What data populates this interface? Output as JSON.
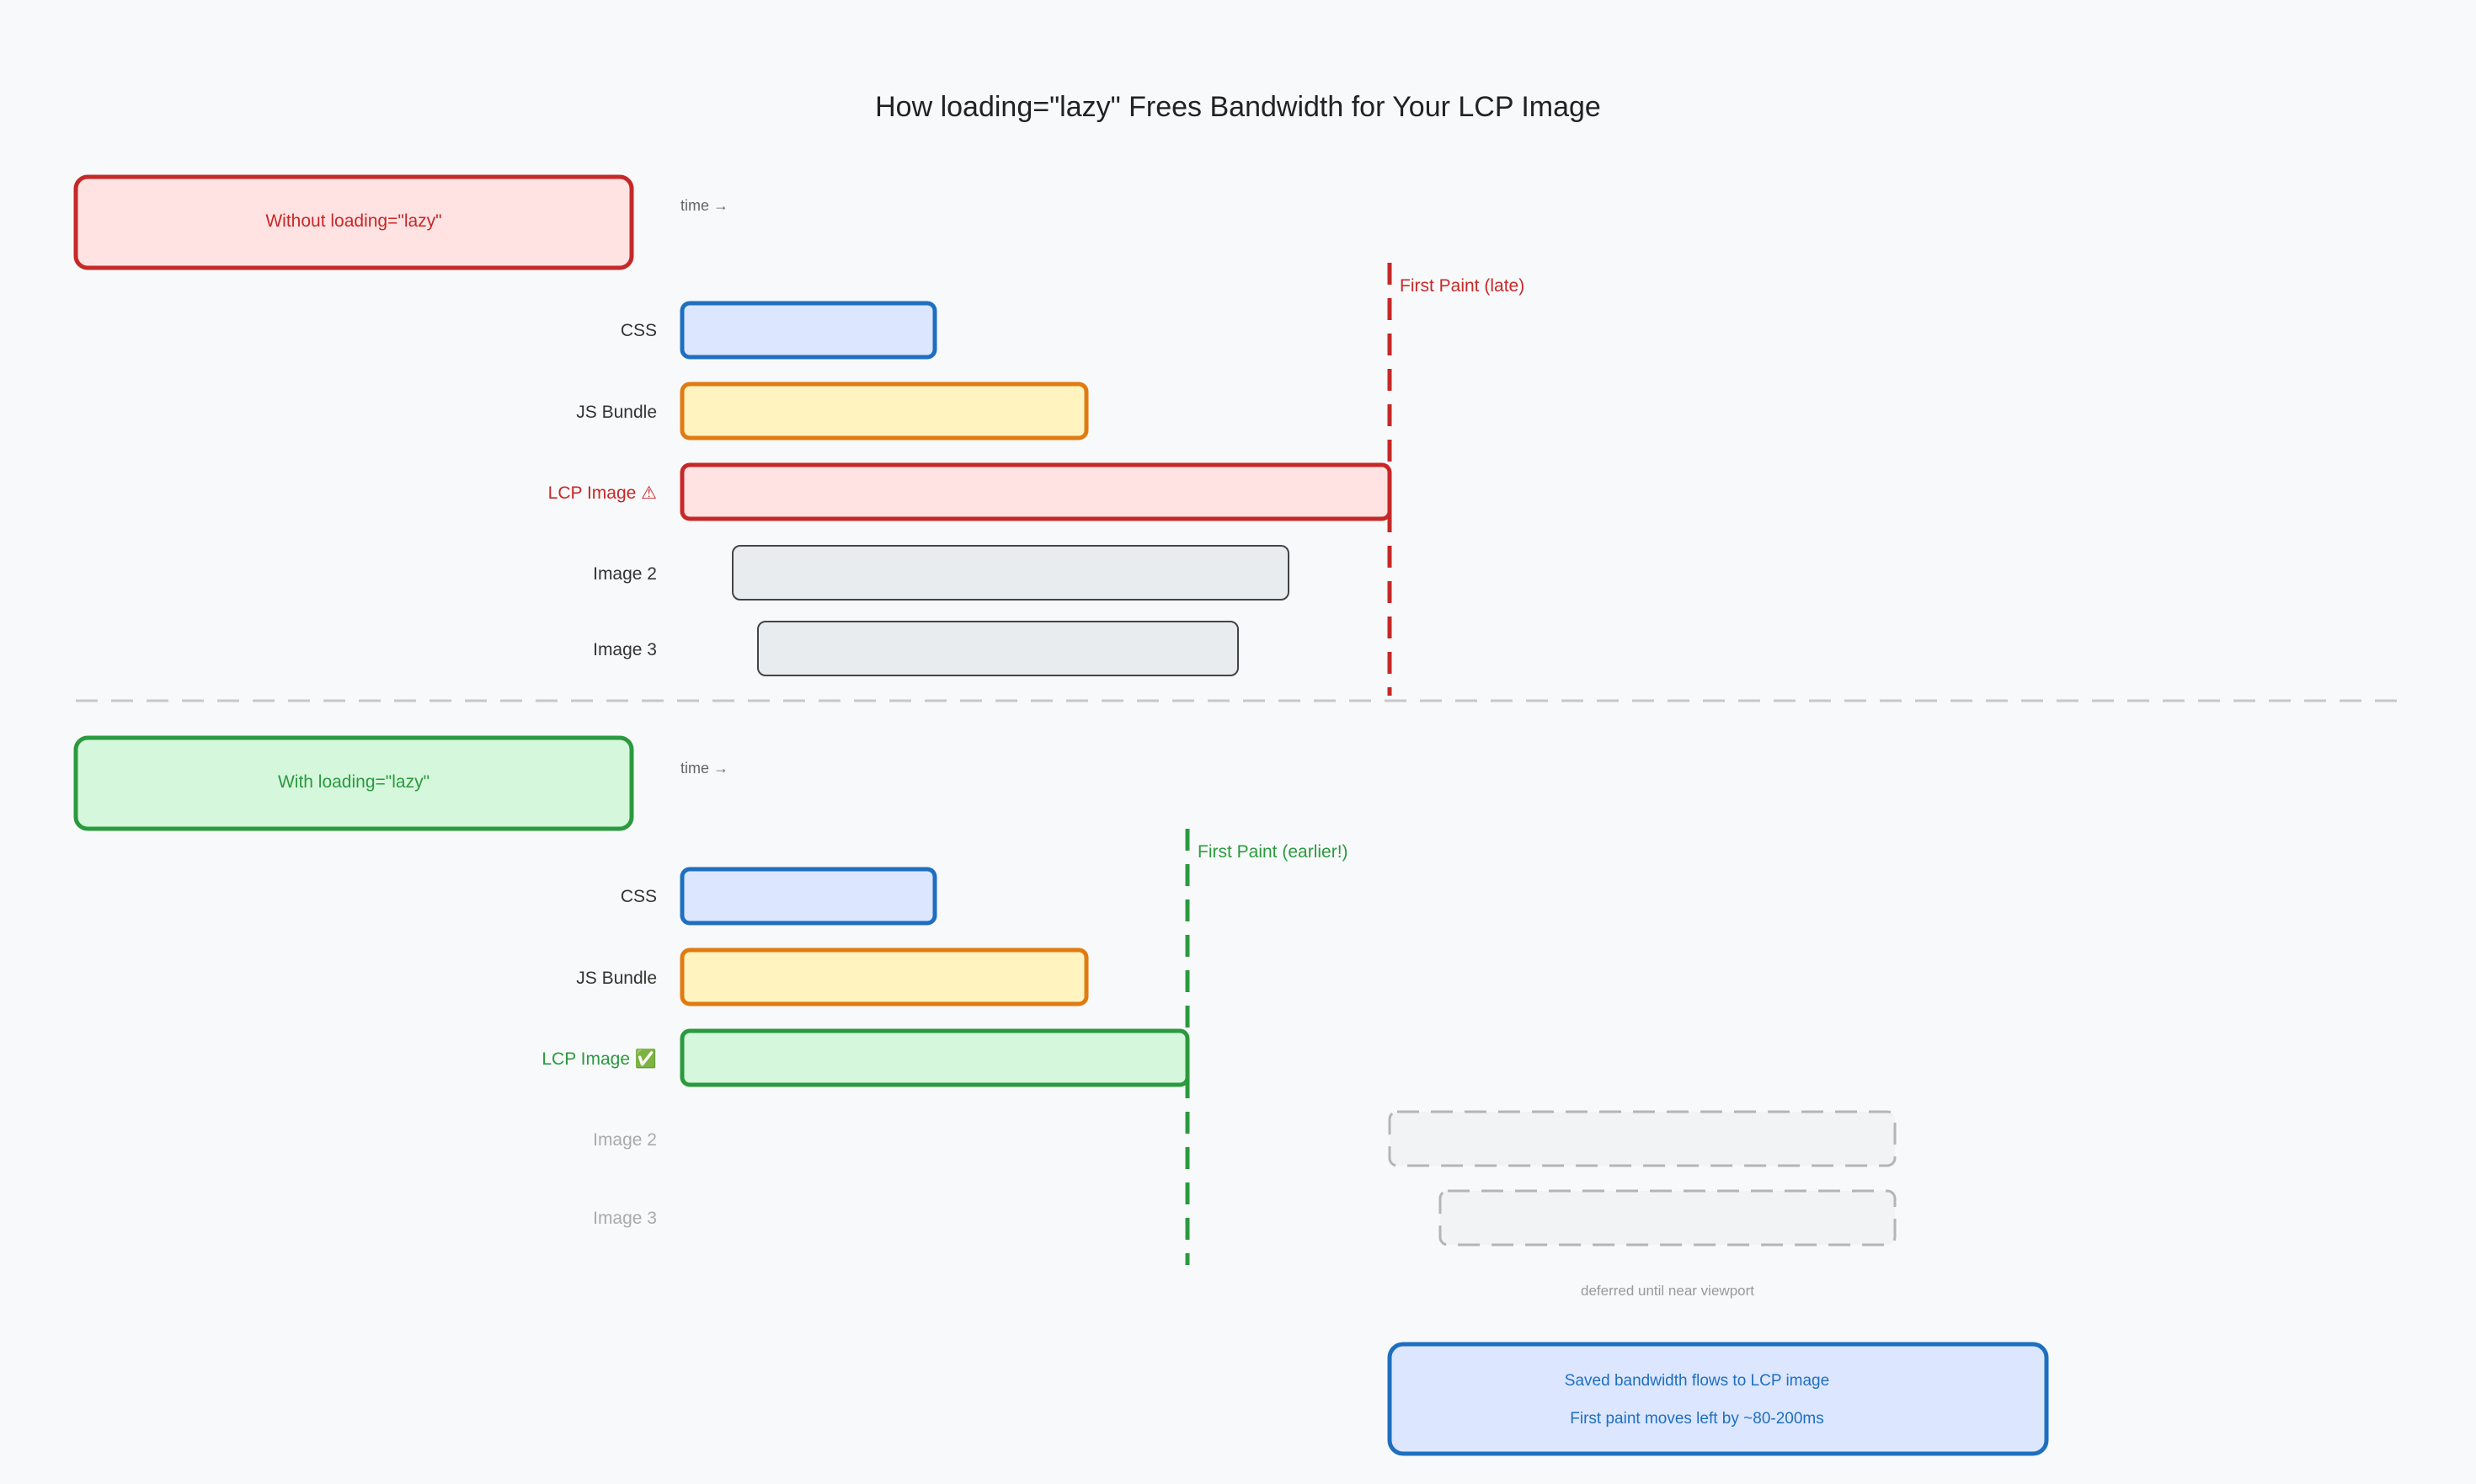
{
  "title": "How loading=\"lazy\" Frees Bandwidth for Your LCP Image",
  "colors": {
    "background": "#f8f9fa",
    "red": "#c62828",
    "red_fill": "#ffe2e2",
    "green": "#2b9a3f",
    "green_fill": "#d5f7dc",
    "blue": "#1e6fbf",
    "blue_fill": "#dce6ff",
    "orange": "#e07b12",
    "orange_fill": "#fff3c0",
    "gray": "#444444",
    "gray_fill": "#e9ecef",
    "muted": "#aaaaaa"
  },
  "panels": {
    "without": {
      "header": "Without loading=\"lazy\"",
      "time_hint": "time →",
      "rows": [
        {
          "label": "CSS",
          "style": "css"
        },
        {
          "label": "JS Bundle",
          "style": "js"
        },
        {
          "label": "LCP Image ⚠",
          "style": "lcp-bad"
        },
        {
          "label": "Image 2",
          "style": "gray"
        },
        {
          "label": "Image 3",
          "style": "gray"
        }
      ],
      "first_paint": "First Paint (late)"
    },
    "with": {
      "header": "With loading=\"lazy\"",
      "time_hint": "time →",
      "rows": [
        {
          "label": "CSS",
          "style": "css"
        },
        {
          "label": "JS Bundle",
          "style": "js"
        },
        {
          "label": "LCP Image ✅",
          "style": "lcp-good"
        },
        {
          "label": "Image 2",
          "style": "deferred"
        },
        {
          "label": "Image 3",
          "style": "deferred"
        }
      ],
      "first_paint": "First Paint (earlier!)",
      "deferred_note": "deferred until near viewport"
    }
  },
  "callout": {
    "line1": "Saved bandwidth flows to LCP image",
    "line2": "First paint moves left by ~80-200ms"
  }
}
